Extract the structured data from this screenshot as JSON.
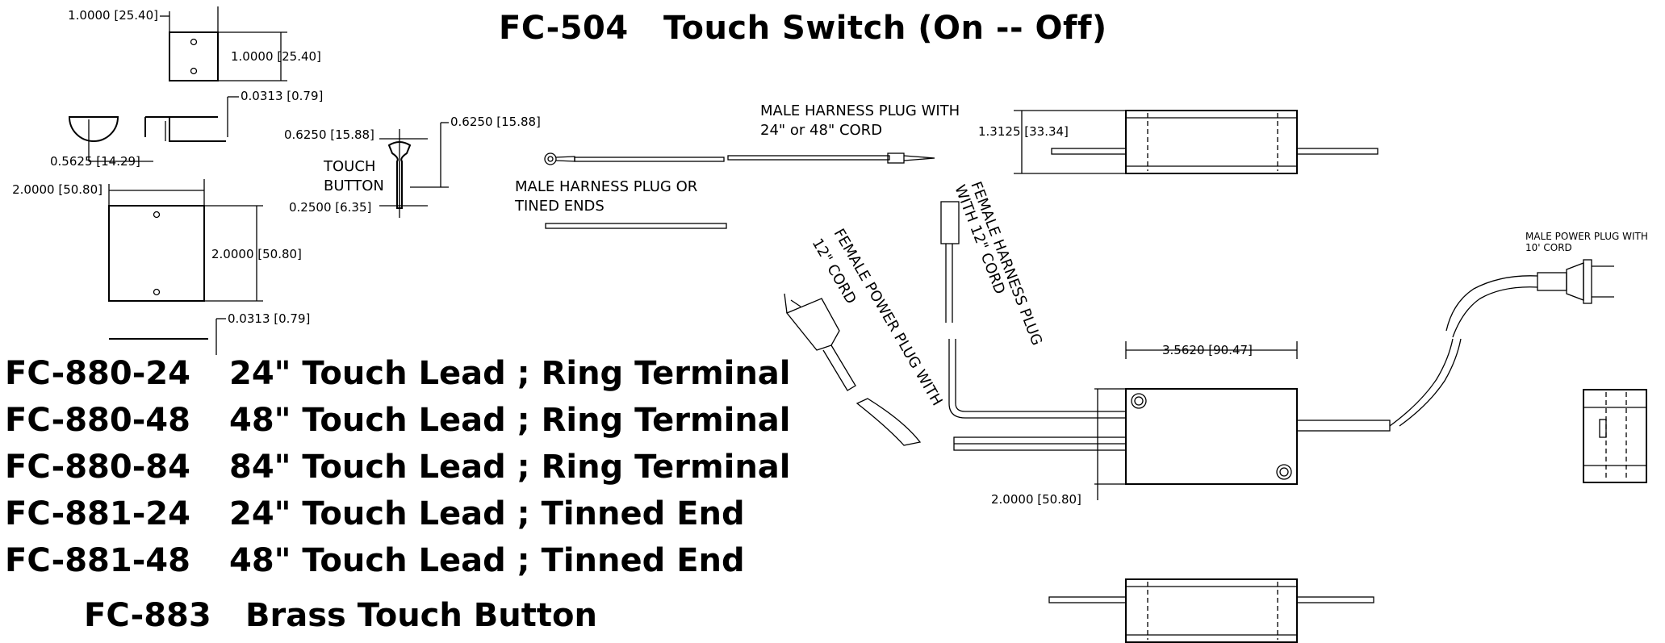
{
  "title": {
    "code": "FC-504",
    "name": "Touch Switch (On -- Off)"
  },
  "dimensions": {
    "plate_top_width": "1.0000 [25.40]",
    "plate_top_height": "1.0000 [25.40]",
    "thickness_top": "0.0313 [0.79]",
    "button_radius": "0.5625 [14.29]",
    "button_height_left": "0.6250 [15.88]",
    "button_height_right": "0.6250 [15.88]",
    "button_base": "0.2500 [6.35]",
    "plate_large_width": "2.0000 [50.80]",
    "plate_large_height": "2.0000 [50.80]",
    "thickness_bottom": "0.0313 [0.79]",
    "switch_depth": "1.3125 [33.34]",
    "switch_width": "3.5620 [90.47]",
    "switch_height": "2.0000 [50.80]"
  },
  "labels": {
    "touch_button": [
      "TOUCH",
      "BUTTON"
    ],
    "male_harness_cord": [
      "MALE HARNESS PLUG  WITH",
      "24\" or 48\"  CORD"
    ],
    "male_harness_tinned": [
      "MALE HARNESS PLUG  OR",
      "TINED ENDS"
    ],
    "female_harness": [
      "FEMALE HARNESS PLUG",
      "WITH  12\" CORD"
    ],
    "female_power": [
      "FEMALE POWER PLUG WITH",
      "12\" CORD"
    ],
    "male_power": [
      "MALE POWER PLUG  WITH",
      "10' CORD"
    ]
  },
  "parts": [
    {
      "code": "FC-880-24",
      "description": "24\" Touch Lead ; Ring Terminal"
    },
    {
      "code": "FC-880-48",
      "description": "48\" Touch Lead ; Ring Terminal"
    },
    {
      "code": "FC-880-84",
      "description": "84\" Touch Lead ; Ring Terminal"
    },
    {
      "code": "FC-881-24",
      "description": "24\" Touch Lead ; Tinned End"
    },
    {
      "code": "FC-881-48",
      "description": "48\" Touch Lead ; Tinned End"
    },
    {
      "code": "FC-883",
      "description": "Brass Touch Button"
    }
  ]
}
